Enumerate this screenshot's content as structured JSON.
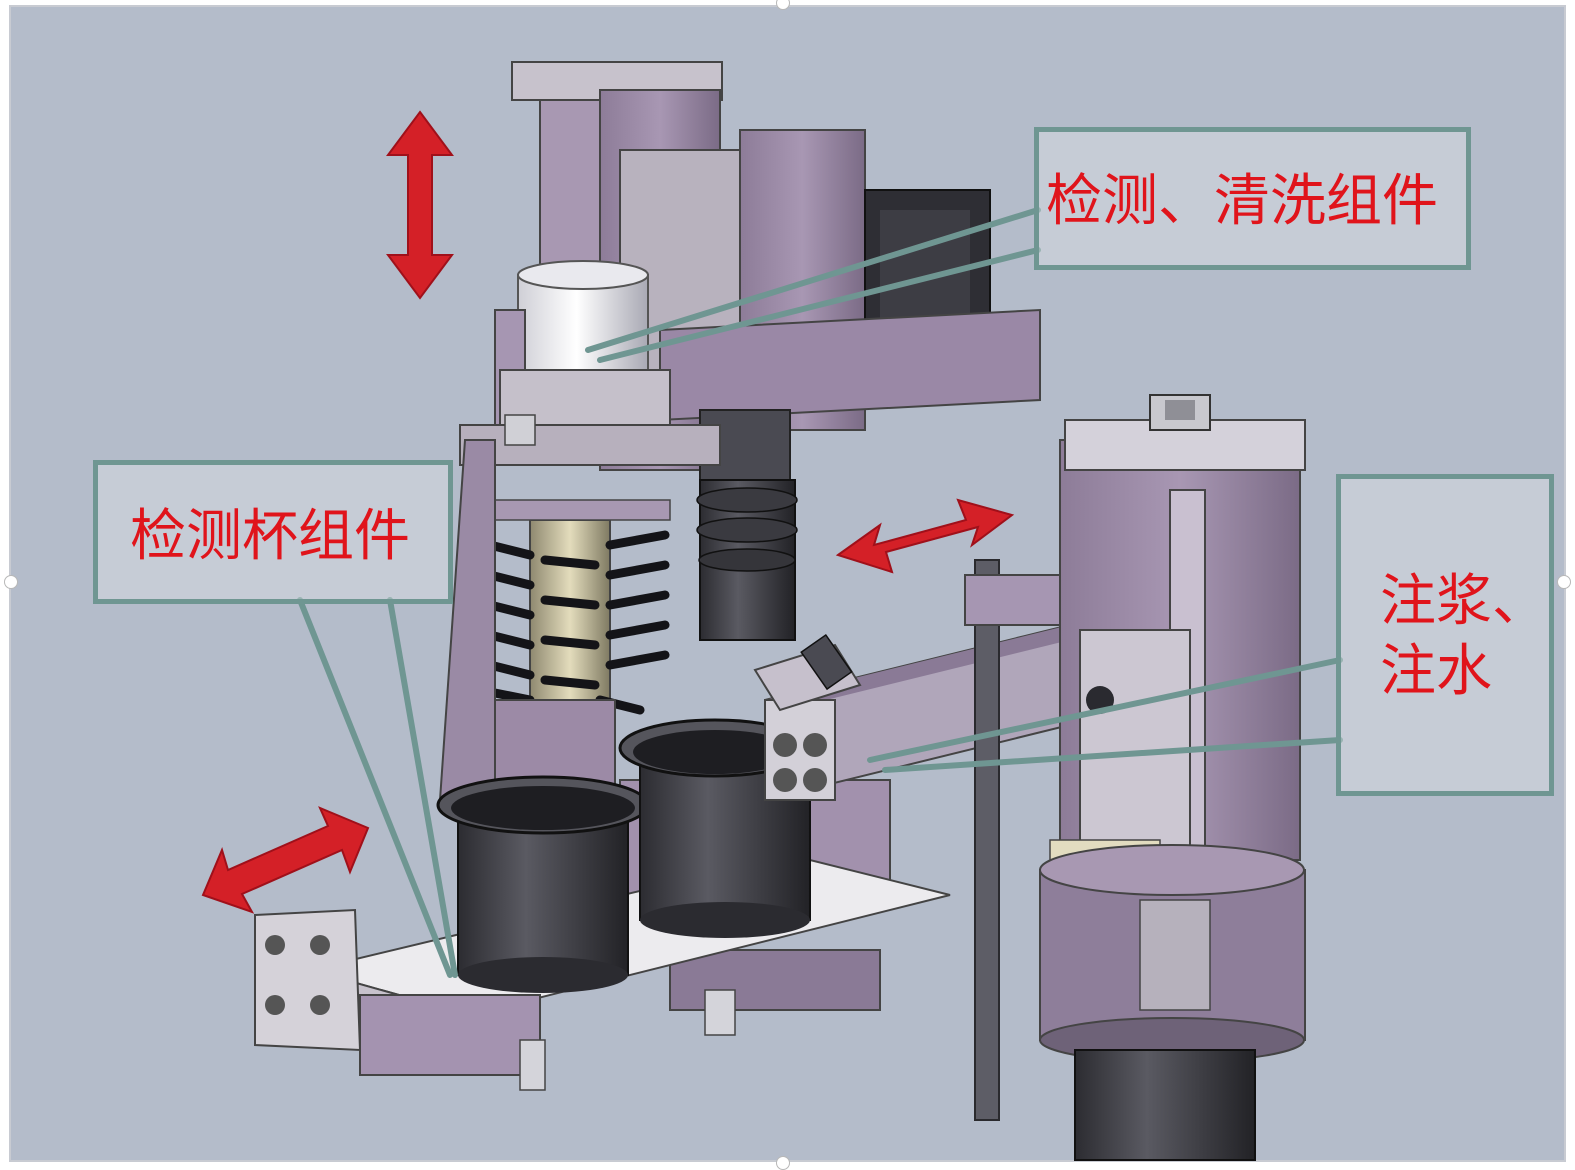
{
  "labels": {
    "inspection_cleaning": "检测、清洗组件",
    "inspection_cup": "检测杯组件",
    "grouting_line1": "注浆、",
    "grouting_line2": "注水"
  },
  "colors": {
    "background": "#b4bcca",
    "callout_border": "#6f9692",
    "label_text": "#e0141b",
    "arrow": "#d42027",
    "machine_purple": "#9c8aa6",
    "machine_dark": "#3a3a40",
    "brush": "#1a1a1e",
    "roller": "#c8c0a0"
  },
  "icons": [
    "vertical-double-arrow-icon",
    "horizontal-double-arrow-icon",
    "diagonal-double-arrow-icon"
  ]
}
